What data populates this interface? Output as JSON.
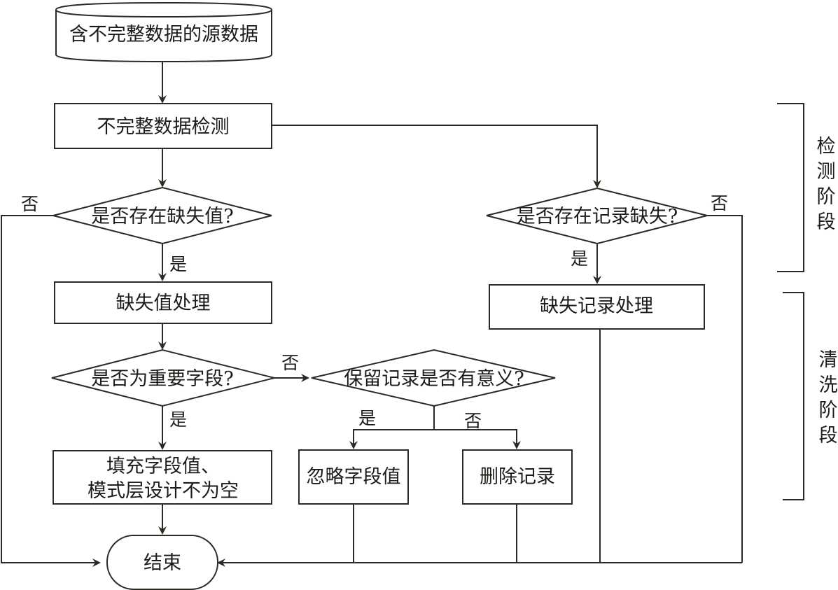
{
  "colors": {
    "ink": "#2b2b25",
    "background": "#ffffff"
  },
  "nodes": {
    "source": "含不完整数据的源数据",
    "detect": "不完整数据检测",
    "has_missing_value": "是否存在缺失值?",
    "has_missing_record": "是否存在记录缺失?",
    "value_handling": "缺失值处理",
    "record_handling": "缺失记录处理",
    "important_field": "是否为重要字段?",
    "keep_meaningful": "保留记录是否有意义?",
    "fill_line1": "填充字段值、",
    "fill_line2": "模式层设计不为空",
    "ignore": "忽略字段值",
    "delete": "删除记录",
    "end": "结束"
  },
  "edge_labels": {
    "mv_no": "否",
    "mv_yes": "是",
    "mr_no": "否",
    "mr_yes": "是",
    "if_no": "否",
    "if_yes": "是",
    "km_yes": "是",
    "km_no": "否"
  },
  "stages": {
    "detect": [
      "检",
      "测",
      "阶",
      "段"
    ],
    "clean": [
      "清",
      "洗",
      "阶",
      "段"
    ]
  }
}
